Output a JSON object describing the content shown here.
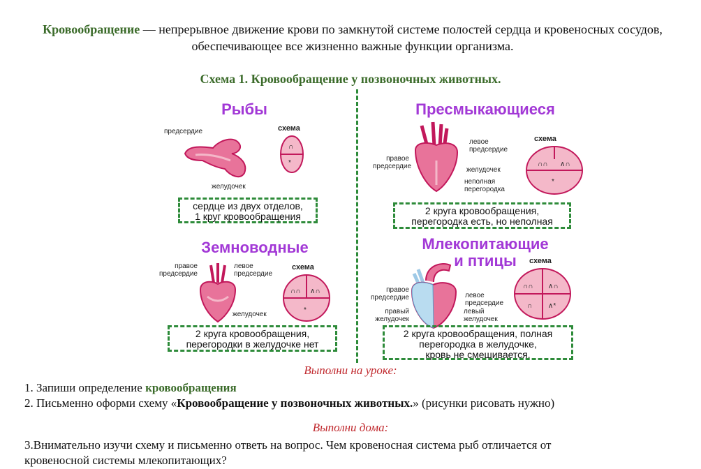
{
  "intro": {
    "term": "Кровообращение",
    "definition": " — непрерывное движение крови по замкнутой системе полостей сердца и кровеносных сосудов,",
    "definition_line2": "обеспечивающее все жизненно важные функции организма."
  },
  "scheme_title": "Схема 1. Кровообращение у позвоночных животных.",
  "panels": {
    "fish": {
      "title": "Рыбы",
      "schema_label": "схема",
      "labels": [
        "предсердие",
        "желудочек"
      ],
      "note_line1": "сердце из двух отделов,",
      "note_line2": "1 круг кровообращения"
    },
    "reptiles": {
      "title": "Пресмыкающиеся",
      "schema_label": "схема",
      "labels": [
        "правое",
        "предсердие",
        "левое",
        "предсердие",
        "желудочек",
        "неполная",
        "перегородка"
      ],
      "note_line1": "2 круга кровообращения,",
      "note_line2": "перегородка есть, но неполная"
    },
    "amphibians": {
      "title": "Земноводные",
      "schema_label": "схема",
      "labels": [
        "правое",
        "предсердие",
        "левое",
        "предсердие",
        "желудочек"
      ],
      "note_line1": "2 круга кровообращения,",
      "note_line2": "перегородки в желудочке нет"
    },
    "mammals": {
      "title_line1": "Млекопитающие",
      "title_line2": "и птицы",
      "schema_label": "схема",
      "labels": [
        "правое",
        "предсердие",
        "правый",
        "желудочек",
        "левое",
        "предсердие",
        "левый",
        "желудочек"
      ],
      "note_line1": "2 круга кровообращения, полная",
      "note_line2": "перегородка в желудочке,",
      "note_line3": "кровь не смешивается."
    }
  },
  "lesson": {
    "heading": "Выполни на уроке:",
    "task1_text": "1. Запиши определение ",
    "task1_term": "кровообращения",
    "task2_pre": "2. Письменно оформи схему «",
    "task2_bold": "Кровообращение у позвоночных животных.",
    "task2_post": "» (рисунки рисовать нужно)"
  },
  "home": {
    "heading": "Выполни дома:",
    "task3_line1": "3.Внимательно изучи схему и письменно ответь на вопрос. Чем кровеносная система рыб отличается от",
    "task3_line2": "кровеносной системы млекопитающих?"
  },
  "colors": {
    "green_text": "#3b6b2a",
    "purple_title": "#a238d6",
    "dashed_green": "#2e8b3a",
    "red_heading": "#c0282d",
    "heart_pink": "#e8739a",
    "heart_dark": "#c2185b"
  }
}
